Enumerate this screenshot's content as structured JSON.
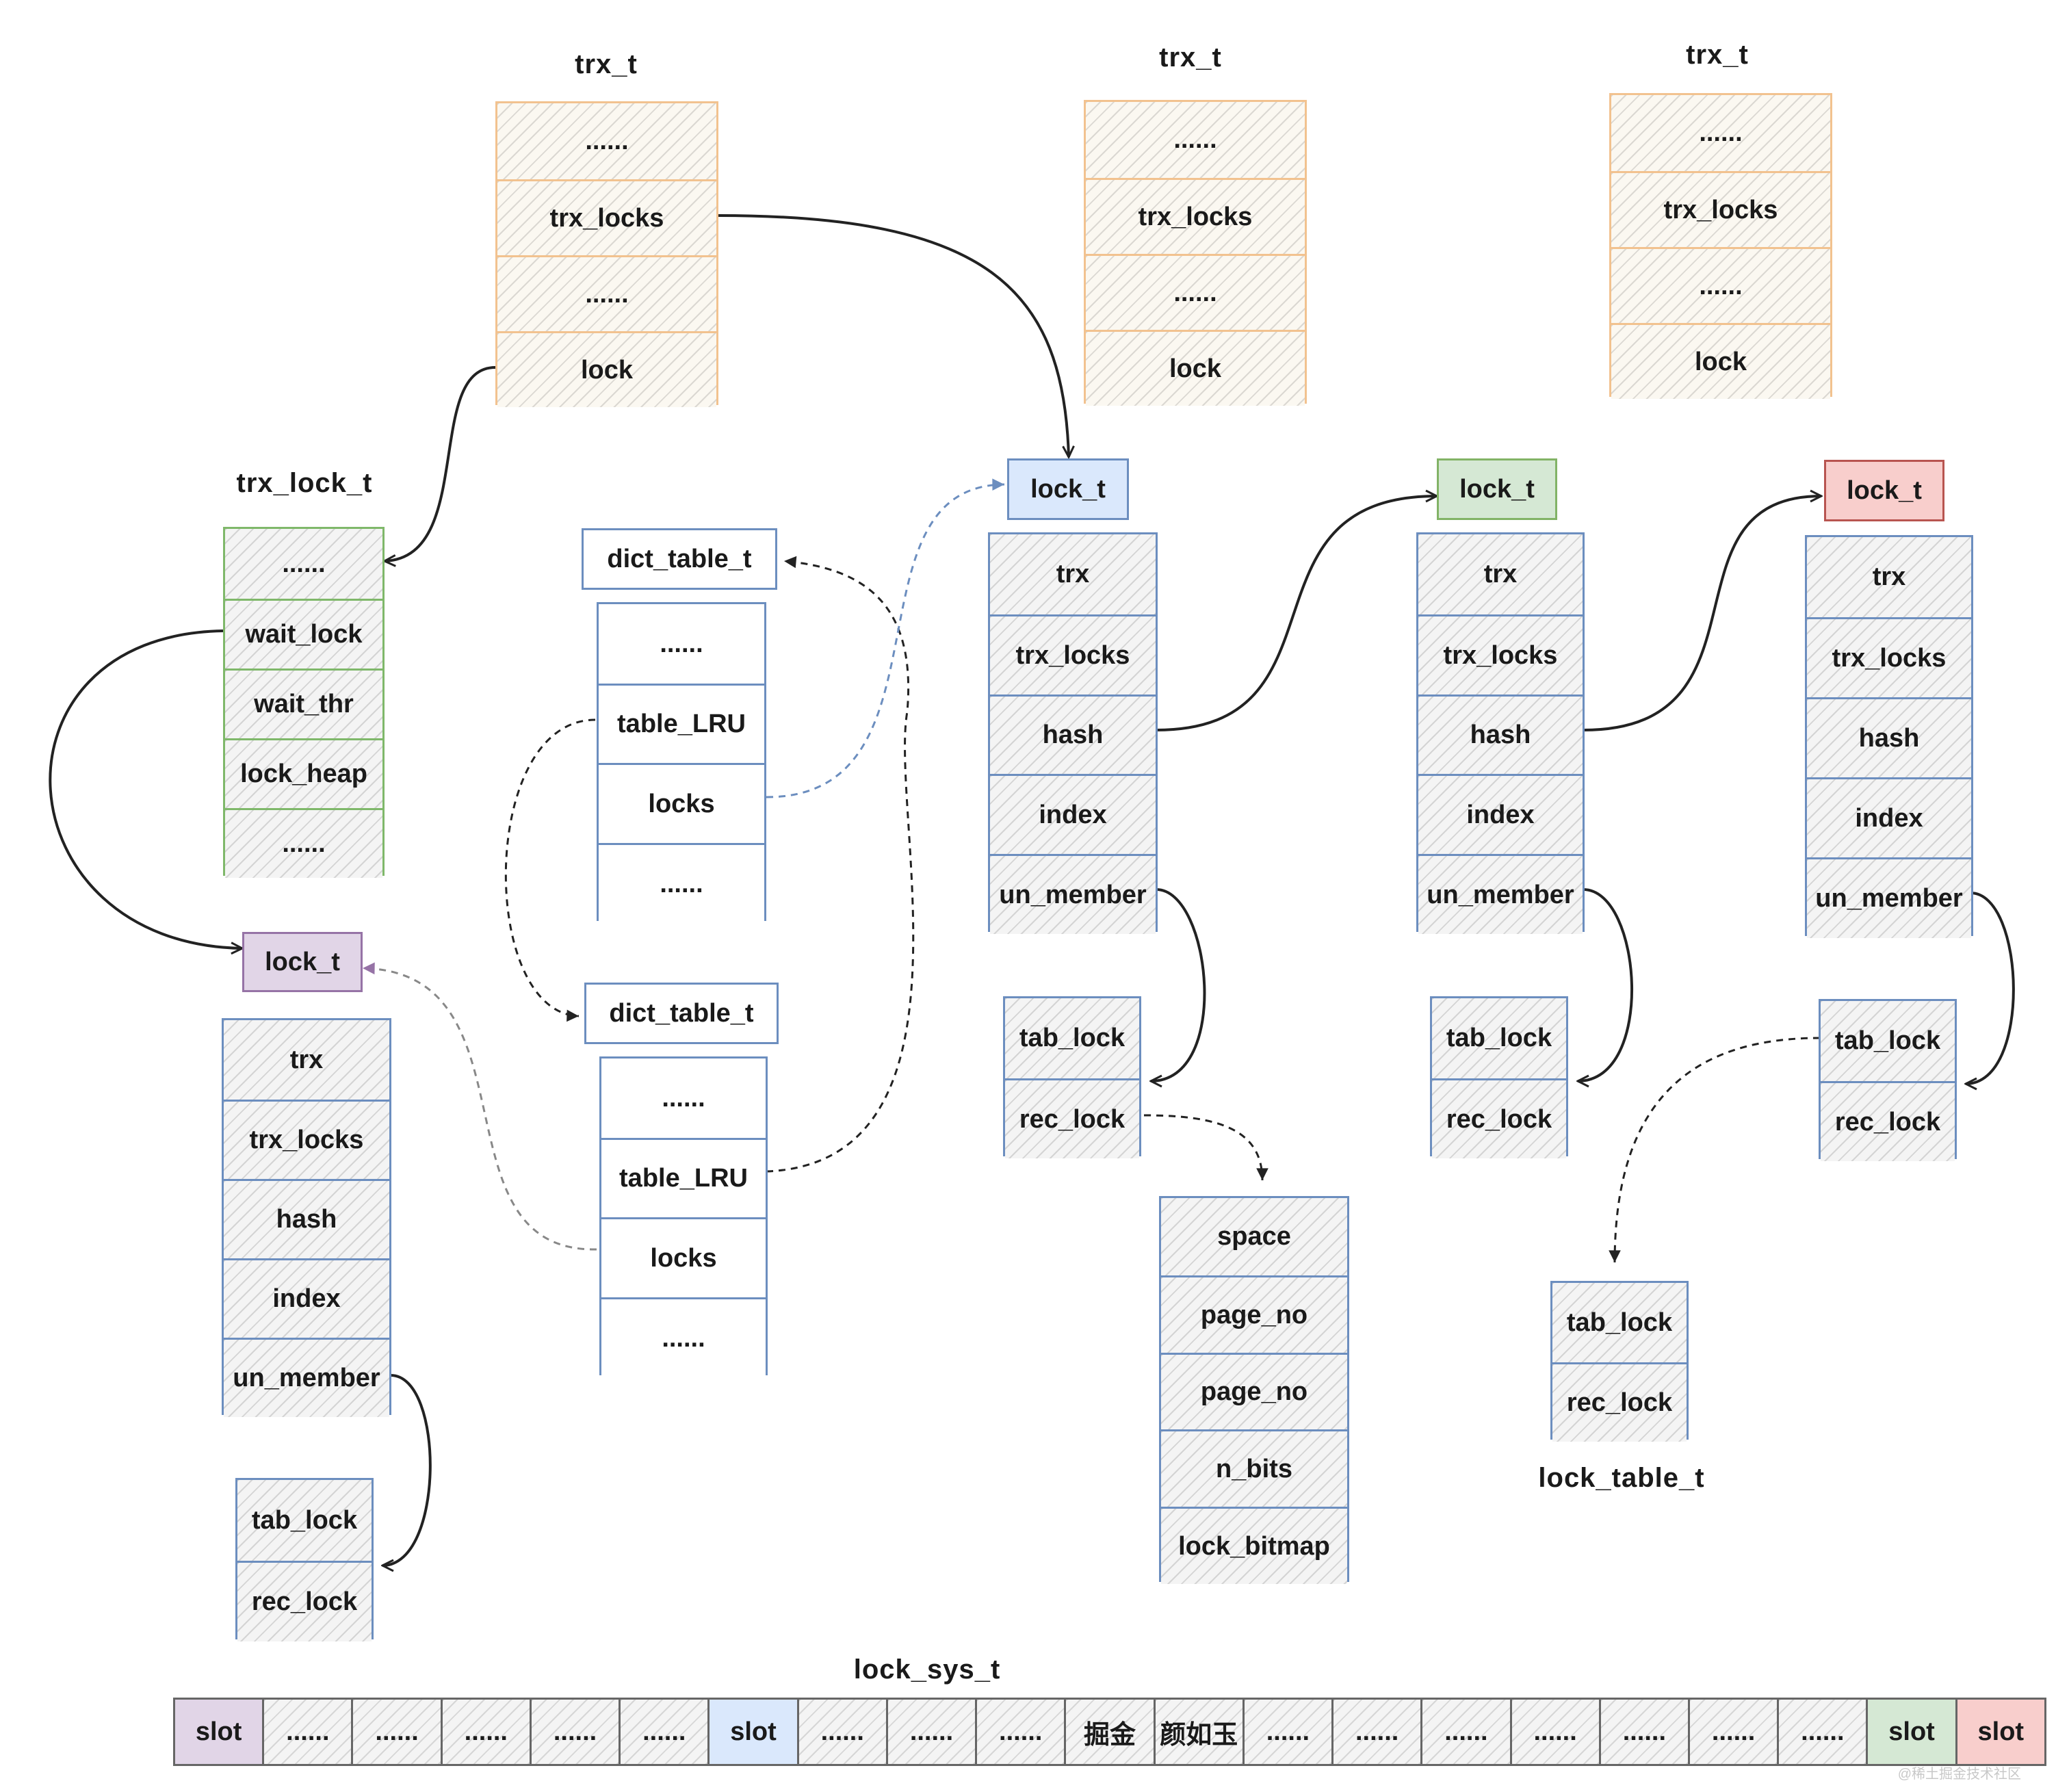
{
  "colors": {
    "orange": "#f2c28f",
    "green": "#7fb86a",
    "blue": "#6c8ebf",
    "lock_t_blue": "#dae8fc",
    "lock_t_green": "#d5e8d4",
    "lock_t_red": "#f8cecc",
    "lock_t_purple": "#e1d5e7"
  },
  "labels": {
    "trx_t": "trx_t",
    "trx_lock_t": "trx_lock_t",
    "lock_t": "lock_t",
    "dict_table_t": "dict_table_t",
    "lock_table_t": "lock_table_t",
    "lock_sys_t": "lock_sys_t"
  },
  "trx_fields": [
    "......",
    "trx_locks",
    "......",
    "lock"
  ],
  "trx_lock_fields": [
    "......",
    "wait_lock",
    "wait_thr",
    "lock_heap",
    "......"
  ],
  "lock_fields": [
    "trx",
    "trx_locks",
    "hash",
    "index",
    "un_member"
  ],
  "union_fields": [
    "tab_lock",
    "rec_lock"
  ],
  "dict_table_fields": [
    "......",
    "table_LRU",
    "locks",
    "......"
  ],
  "lock_rec_fields": [
    "space",
    "page_no",
    "page_no",
    "n_bits",
    "lock_bitmap"
  ],
  "lock_sys": {
    "slots": [
      "slot",
      "......",
      "......",
      "......",
      "......",
      "......",
      "slot",
      "......",
      "......",
      "......",
      "掘金",
      "颜如玉",
      "......",
      "......",
      "......",
      "......",
      "......",
      "......",
      "......",
      "slot",
      "slot"
    ],
    "slot_colors": [
      "purple",
      "",
      "",
      "",
      "",
      "",
      "blue",
      "",
      "",
      "",
      "",
      "",
      "",
      "",
      "",
      "",
      "",
      "",
      "",
      "green",
      "red"
    ]
  },
  "watermark": "@稀土掘金技术社区"
}
